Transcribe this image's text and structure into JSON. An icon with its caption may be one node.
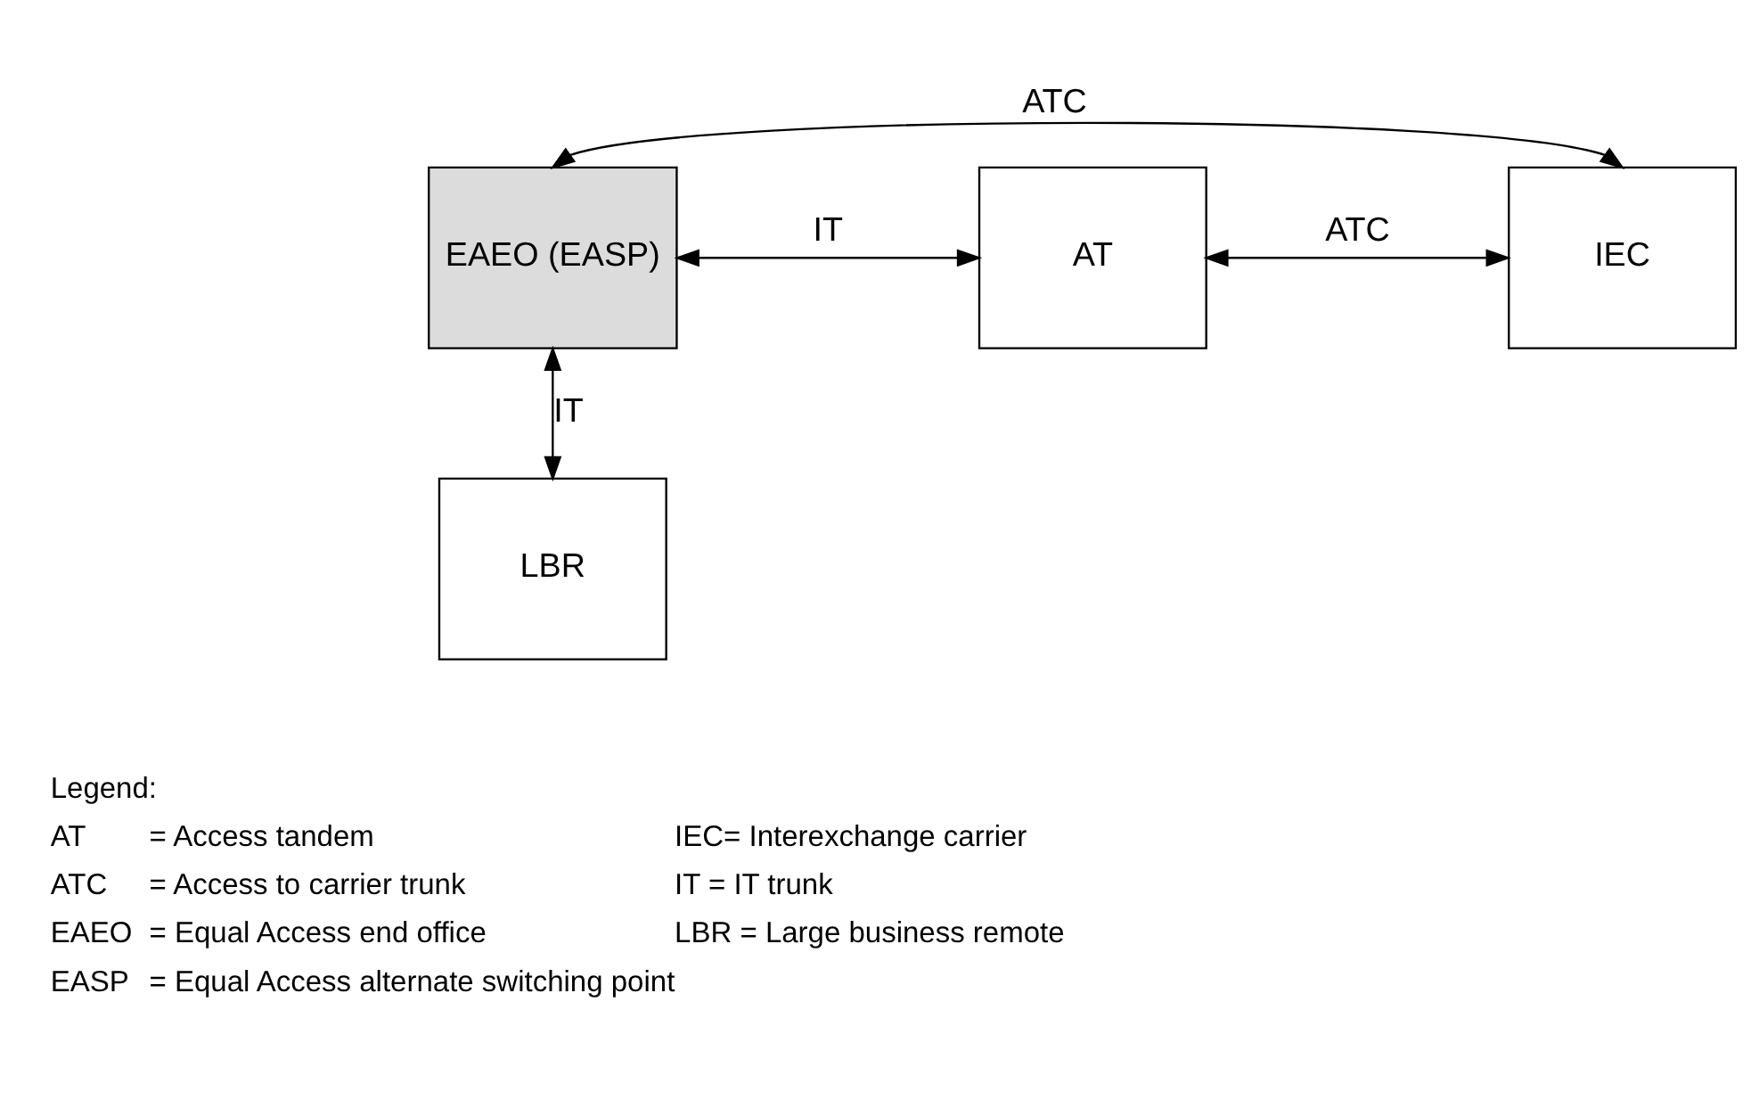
{
  "diagram": {
    "nodes": [
      {
        "text": [
          "EAEO (EASP)"
        ]
      },
      {
        "text": [
          "AT"
        ]
      },
      {
        "text": [
          "IEC"
        ]
      },
      {
        "text": [
          "LBR"
        ]
      }
    ],
    "edges": [
      {
        "from": 0,
        "to": 2,
        "arrow": "both",
        "label": "ATC"
      },
      {
        "from": 0,
        "to": 1,
        "arrow": "both",
        "label": "IT"
      },
      {
        "from": 1,
        "to": 2,
        "arrow": "both",
        "label": "ATC"
      },
      {
        "from": 0,
        "to": 3,
        "arrow": "both",
        "label": "IT"
      }
    ],
    "labels": [
      "Legend:",
      "AT",
      "= Access tandem",
      "IEC= Interexchange carrier",
      "ATC",
      "= Access to carrier trunk",
      "IT = IT trunk",
      "EAEO",
      "= Equal Access end office",
      "LBR = Large business remote",
      "EASP",
      "= Equal Access alternate switching point"
    ]
  }
}
